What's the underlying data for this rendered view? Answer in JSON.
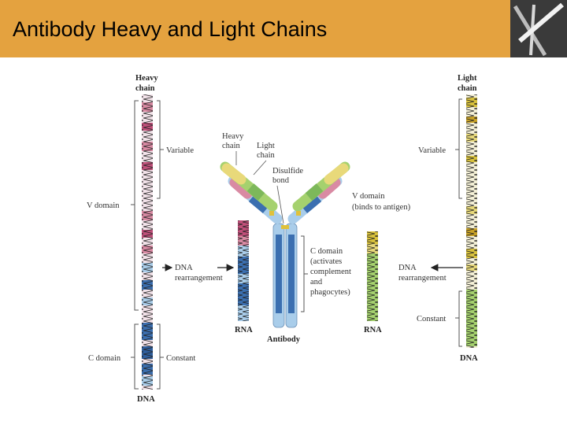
{
  "slide": {
    "title": "Antibody Heavy and Light Chains"
  },
  "logo": {
    "icon": "crossed-sticks-logo",
    "bg": "#3a3a3a"
  },
  "colors": {
    "header": "#e4a23f",
    "pink": "#d98aa3",
    "magenta": "#c0507a",
    "blue": "#3b6fb0",
    "light_blue": "#a9cdea",
    "green": "#7db85a",
    "yellow": "#d9c23d",
    "gold": "#c9a227"
  },
  "heavy_dna": {
    "title_line1": "Heavy",
    "title_line2": "chain",
    "variable": "Variable",
    "v_domain": "V domain",
    "dna_line1": "DNA",
    "dna_line2": "rearrangement",
    "c_domain": "C domain",
    "constant": "Constant",
    "bottom": "DNA"
  },
  "heavy_rna": {
    "label": "RNA"
  },
  "antibody": {
    "heavy_line1": "Heavy",
    "heavy_line2": "chain",
    "light_line1": "Light",
    "light_line2": "chain",
    "disulfide_line1": "Disulfide",
    "disulfide_line2": "bond",
    "vdomain_line1": "V domain",
    "vdomain_line2": "(binds to antigen)",
    "cdomain_line1": "C domain",
    "cdomain_line2": "(activates",
    "cdomain_line3": "complement",
    "cdomain_line4": "and",
    "cdomain_line5": "phagocytes)",
    "label": "Antibody"
  },
  "light_rna": {
    "label": "RNA"
  },
  "light_dna": {
    "title_line1": "Light",
    "title_line2": "chain",
    "variable": "Variable",
    "dna_line1": "DNA",
    "dna_line2": "rearrangement",
    "constant": "Constant",
    "bottom": "DNA"
  }
}
